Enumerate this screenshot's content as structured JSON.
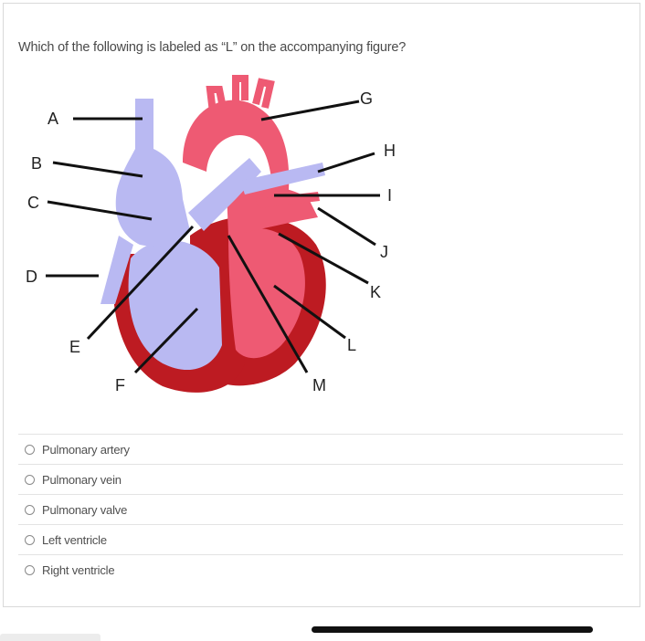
{
  "question": {
    "text": "Which of the following is labeled as “L” on the accompanying figure?"
  },
  "figure": {
    "labels": {
      "A": "A",
      "B": "B",
      "C": "C",
      "D": "D",
      "E": "E",
      "F": "F",
      "G": "G",
      "H": "H",
      "I": "I",
      "J": "J",
      "K": "K",
      "L": "L",
      "M": "M"
    },
    "colors": {
      "deoxygenated": "#b9b9f2",
      "oxygenated": "#ee5a73",
      "myocardium": "#bd1b22",
      "outline": "#222222"
    }
  },
  "options": [
    {
      "label": "Pulmonary artery",
      "selected": false
    },
    {
      "label": "Pulmonary vein",
      "selected": false
    },
    {
      "label": "Pulmonary valve",
      "selected": false
    },
    {
      "label": "Left ventricle",
      "selected": false
    },
    {
      "label": "Right ventricle",
      "selected": false
    }
  ]
}
